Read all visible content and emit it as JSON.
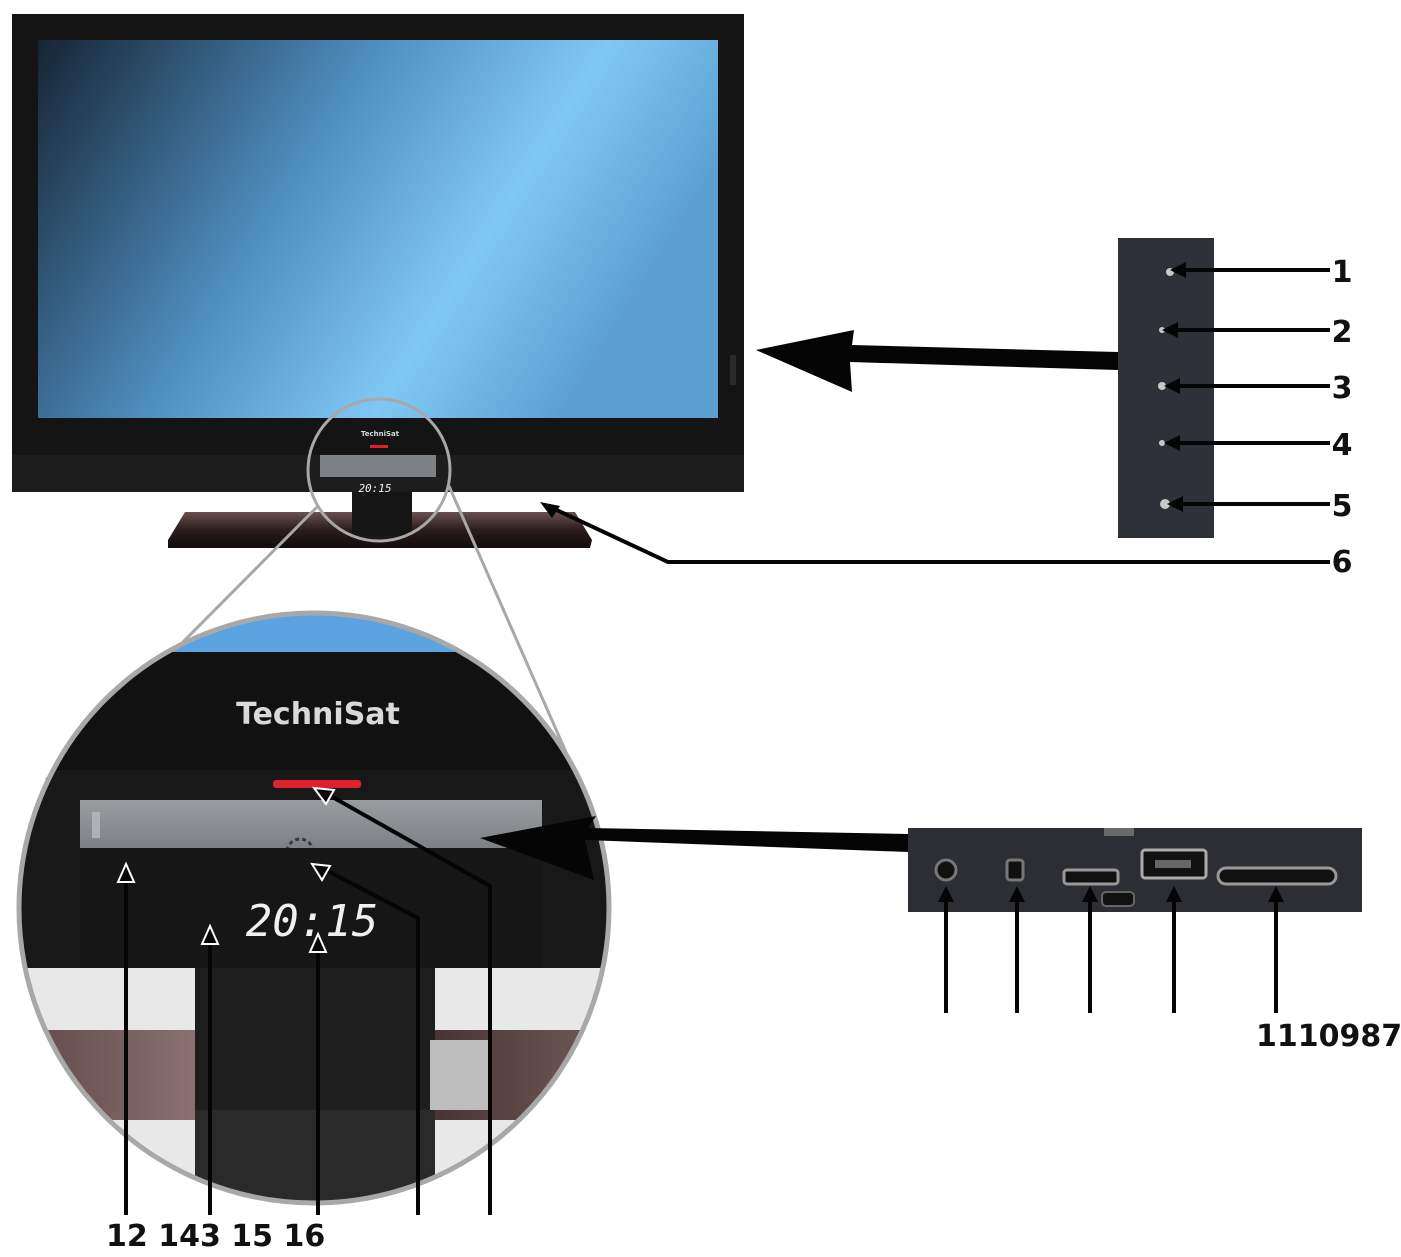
{
  "figure": {
    "brand": "TechniSat",
    "clock": "20:15",
    "side_callouts": [
      "1",
      "2",
      "3",
      "4",
      "5"
    ],
    "stand_callout": "6",
    "port_callout_row": "1110987",
    "front_callout_row": "12 143 15 16"
  },
  "colors": {
    "screen_light": "#7fc8f5",
    "screen_dark": "#1a2a3a",
    "bezel": "#151515",
    "standby_led": "#e0202a",
    "panel": "#2e3138"
  }
}
